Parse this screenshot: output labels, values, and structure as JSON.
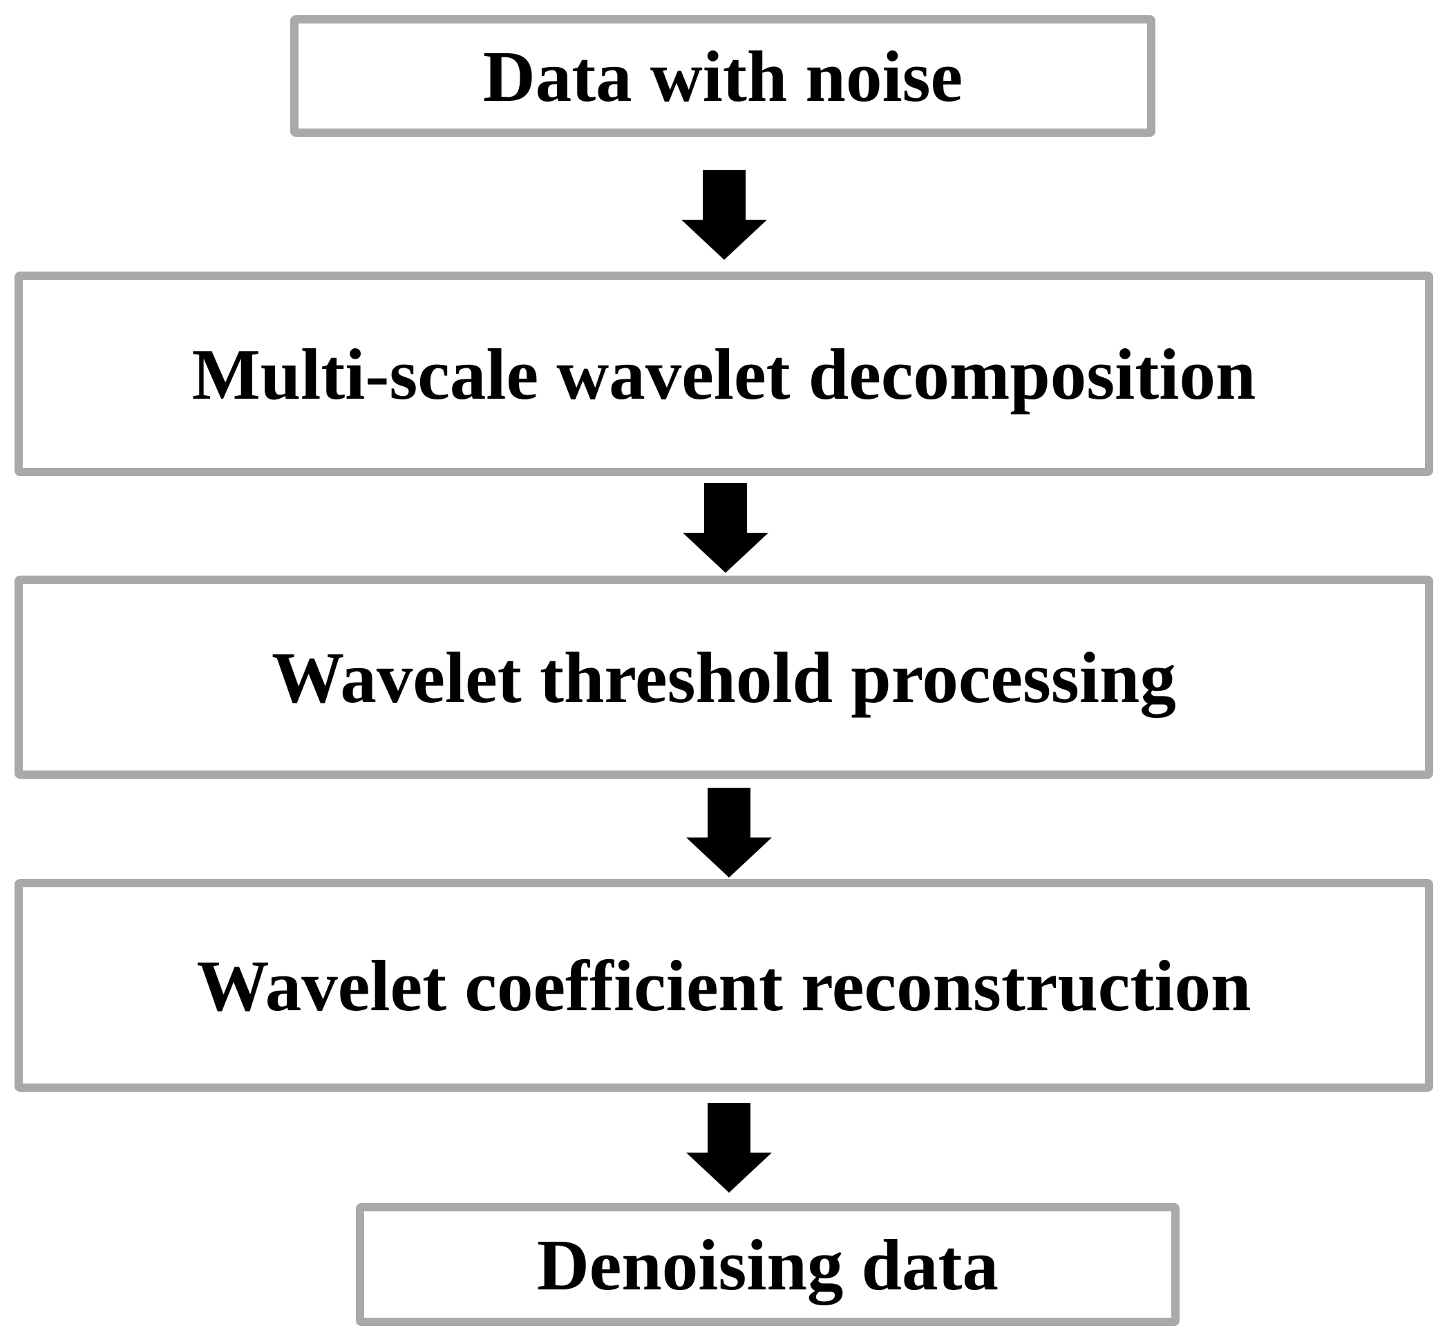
{
  "flowchart": {
    "nodes": [
      {
        "id": "data-with-noise",
        "label": "Data with noise"
      },
      {
        "id": "multi-scale-wavelet-decomposition",
        "label": "Multi-scale wavelet decomposition"
      },
      {
        "id": "wavelet-threshold-processing",
        "label": "Wavelet threshold processing"
      },
      {
        "id": "wavelet-coefficient-reconstruction",
        "label": "Wavelet coefficient reconstruction"
      },
      {
        "id": "denoising-data",
        "label": "Denoising data"
      }
    ],
    "connectors": [
      {
        "from": 0,
        "to": 1,
        "icon": "down-arrow-icon"
      },
      {
        "from": 1,
        "to": 2,
        "icon": "down-arrow-icon"
      },
      {
        "from": 2,
        "to": 3,
        "icon": "down-arrow-icon"
      },
      {
        "from": 3,
        "to": 4,
        "icon": "down-arrow-icon"
      }
    ],
    "colors": {
      "box_border": "#a9a9a9",
      "box_fill": "#ffffff",
      "text": "#000000",
      "arrow": "#000000",
      "background": "#ffffff"
    }
  }
}
